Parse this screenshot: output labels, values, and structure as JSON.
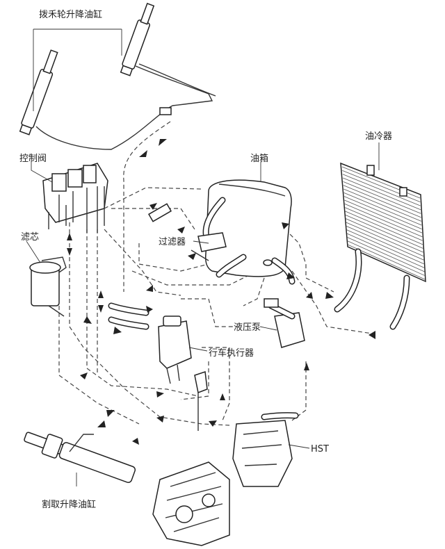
{
  "labels": {
    "reel_cylinder": "拨禾轮升降油缸",
    "control_valve": "控制阀",
    "oil_tank": "油箱",
    "oil_cooler": "油冷器",
    "filter_screen": "过滤器",
    "filter_core": "滤芯",
    "hydraulic_pump": "液压泵",
    "travel_actuator": "行车执行器",
    "hst": "HST",
    "header_cylinder": "割取升降油缸"
  }
}
